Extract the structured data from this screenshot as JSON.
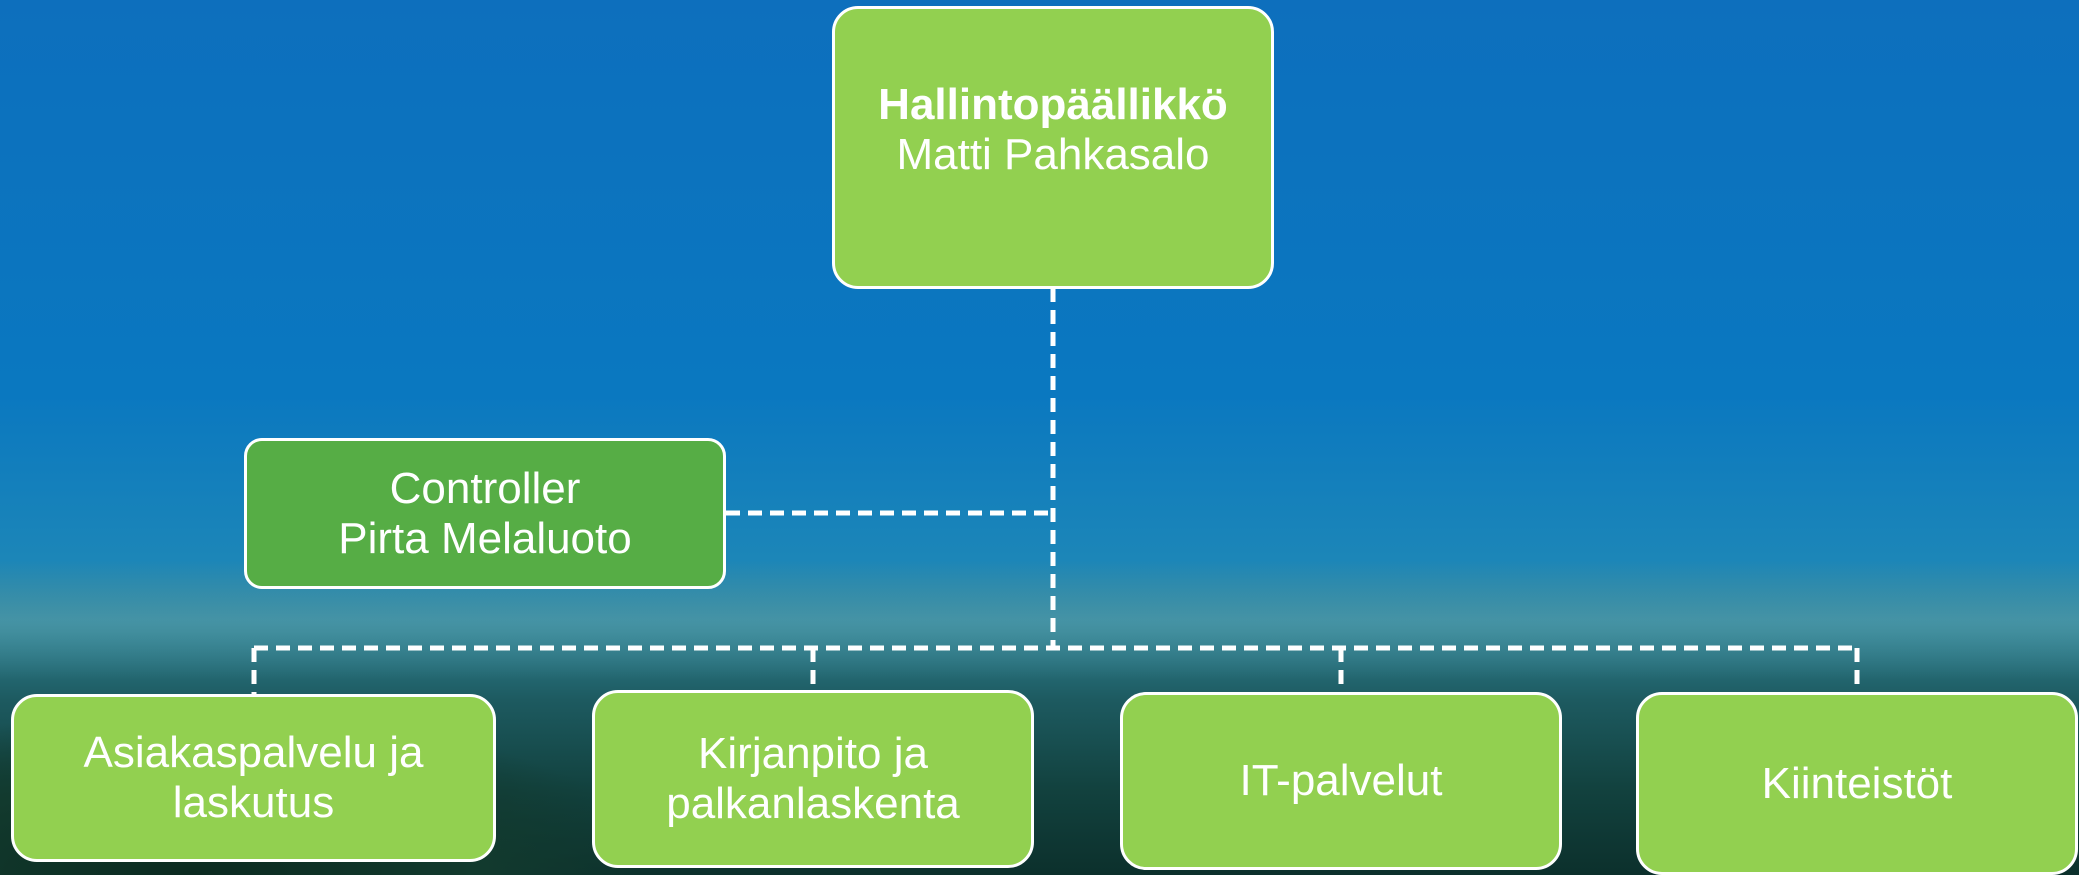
{
  "org_chart": {
    "head": {
      "title": "Hallintopäällikkö",
      "name": "Matti Pahkasalo"
    },
    "staff": {
      "title": "Controller",
      "name": "Pirta Melaluoto"
    },
    "units": [
      {
        "line1": "Asiakaspalvelu ja",
        "line2": "laskutus"
      },
      {
        "line1": "Kirjanpito ja",
        "line2": "palkanlaskenta"
      },
      {
        "line1": "IT-palvelut",
        "line2": ""
      },
      {
        "line1": "Kiinteistöt",
        "line2": ""
      }
    ]
  },
  "colors": {
    "background": "#0a74bd",
    "box_light": "#92d050",
    "box_dark": "#56ad45",
    "connector": "#ffffff"
  }
}
